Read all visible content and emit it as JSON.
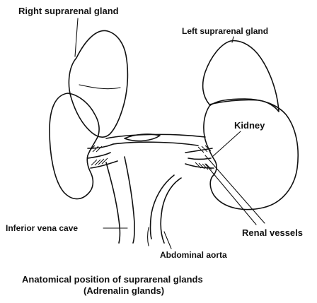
{
  "labels": {
    "right_suprarenal_gland": "Right suprarenal gland",
    "left_suprarenal_gland": "Left suprarenal gland",
    "kidney": "Kidney",
    "inferior_vena_cava": "Inferior vena cave",
    "renal_vessels": "Renal vessels",
    "abdominal_aorta": "Abdominal aorta"
  },
  "caption": {
    "line1": "Anatomical position of suprarenal glands",
    "line2": "(Adrenalin glands)"
  }
}
